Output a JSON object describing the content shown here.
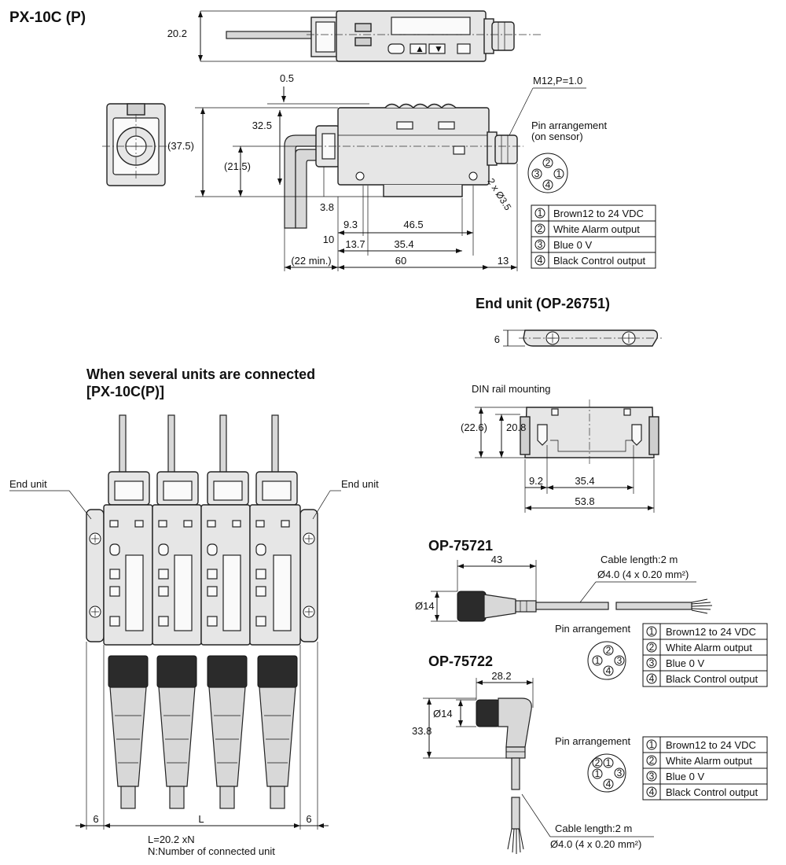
{
  "titles": {
    "px10c": "PX-10C (P)",
    "end_unit": "End unit (OP-26751)",
    "several": "When several units are connected",
    "several_sub": "[PX-10C(P)]",
    "op75721": "OP-75721",
    "op75722": "OP-75722"
  },
  "labels": {
    "m12": "M12,P=1.0",
    "pin_arr_sensor_1": "Pin arrangement",
    "pin_arr_sensor_2": "(on sensor)",
    "holes": "2 x Ø3.5",
    "din_rail": "DIN rail mounting",
    "end_unit_left": "End unit",
    "end_unit_right": "End unit",
    "cable_len_1": "Cable length:2 m",
    "cable_spec_1": "Ø4.0 (4 x 0.20 mm²)",
    "cable_len_2": "Cable length:2 m",
    "cable_spec_2": "Ø4.0 (4 x 0.20 mm²)",
    "pin_arr_1": "Pin arrangement",
    "pin_arr_2": "Pin arrangement",
    "l_formula": "L=20.2 xN",
    "n_def": "N:Number of connected unit",
    "L": "L"
  },
  "dims": {
    "d20_2": "20.2",
    "d0_5": "0.5",
    "d32_5": "32.5",
    "d37_5": "(37.5)",
    "d21_5": "(21.5)",
    "d3_8": "3.8",
    "d10": "10",
    "d9_3": "9.3",
    "d46_5": "46.5",
    "d13_7": "13.7",
    "d35_4a": "35.4",
    "d22min": "(22 min.)",
    "d60": "60",
    "d13": "13",
    "d6_end": "6",
    "d22_6": "(22.6)",
    "d20_8": "20.8",
    "d9_2": "9.2",
    "d35_4b": "35.4",
    "d53_8": "53.8",
    "d6_left": "6",
    "d6_right": "6",
    "d43": "43",
    "d14a": "Ø14",
    "d28_2": "28.2",
    "d14b": "Ø14",
    "d33_8": "33.8"
  },
  "pin_table": [
    {
      "num": "1",
      "label": "Brown12 to 24 VDC"
    },
    {
      "num": "2",
      "label": "White Alarm output"
    },
    {
      "num": "3",
      "label": "Blue 0 V"
    },
    {
      "num": "4",
      "label": "Black Control output"
    }
  ],
  "pin_numbers": [
    "1",
    "2",
    "3",
    "4"
  ]
}
